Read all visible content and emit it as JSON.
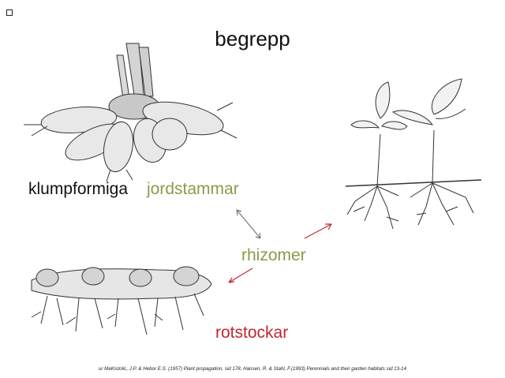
{
  "title": "begrepp",
  "labels": {
    "klumpformiga": "klumpformiga",
    "jordstammar": "jordstammar",
    "rhizomer": "rhizomer",
    "rotstockar": "rotstockar"
  },
  "footer": "ur MaKistolic, J.P. & Hebor E.S. (1957) Plant propagation, sid 178, Hansen, R. & Stahl, F.(1993) Perennials and their garden habitats sid 13-14",
  "colors": {
    "olive": "#8c9a4a",
    "red": "#c0282d",
    "gray_arrow": "#777777"
  },
  "illustrations": [
    "tuberous-rootstock-drawing",
    "seedlings-drawing",
    "rhizome-drawing"
  ]
}
